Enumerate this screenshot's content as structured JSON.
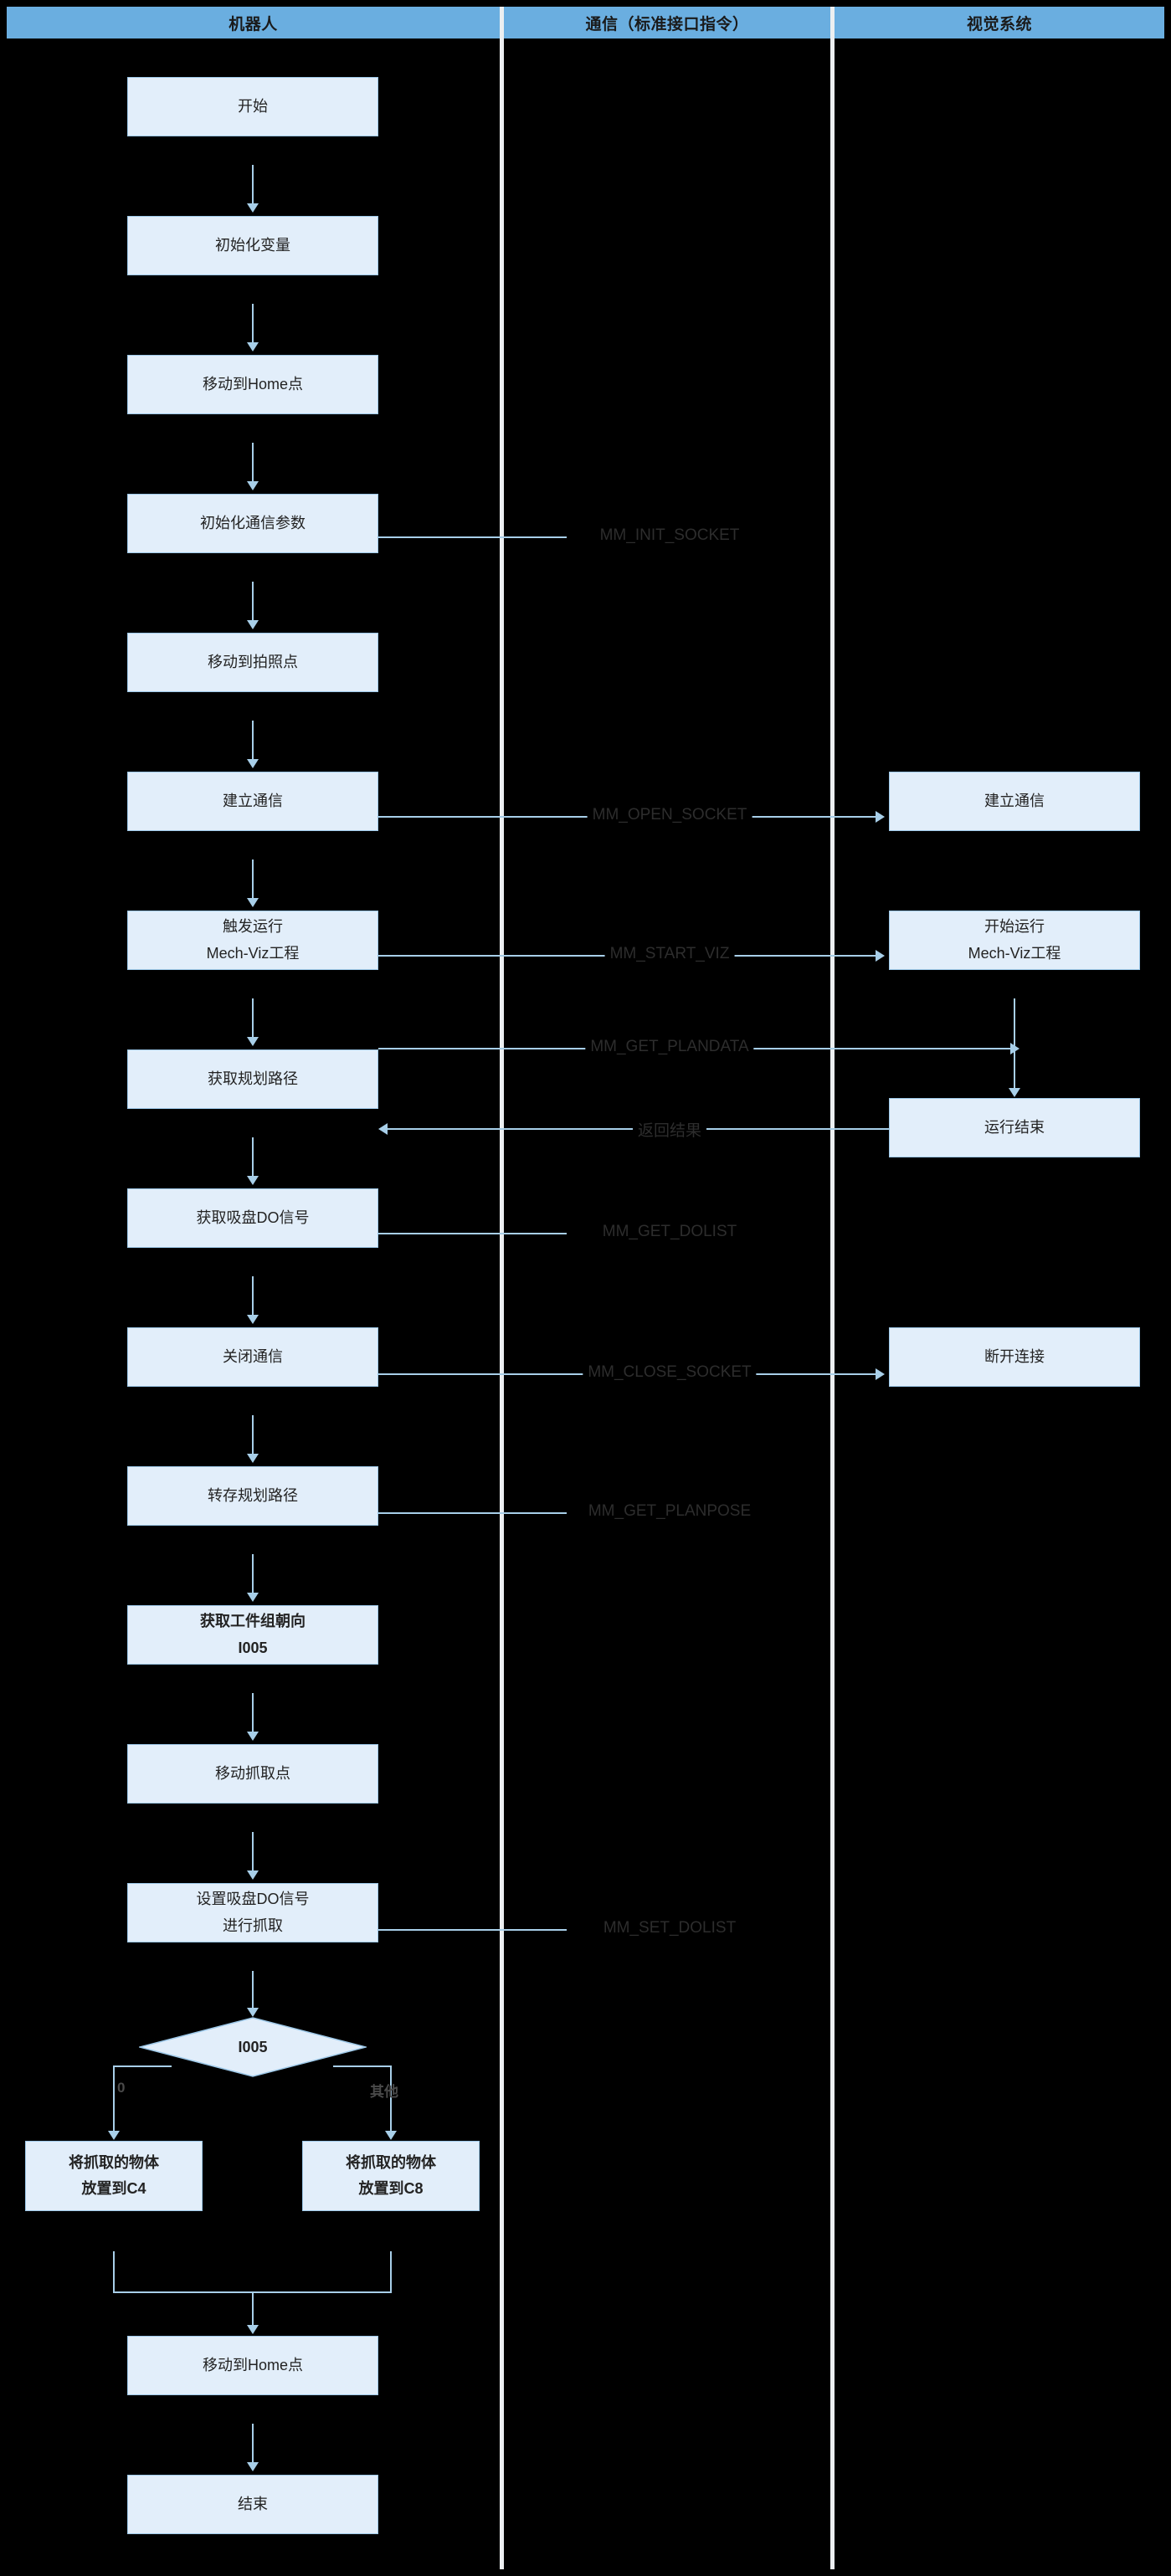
{
  "colors": {
    "background": "#000000",
    "lane_header": "#6aaee0",
    "node_fill": "#e2eefa",
    "node_border": "#9dc8e8",
    "connector": "#a8cfe9",
    "divider": "#eceff1",
    "text": "#232323",
    "message_text": "#2d2d2d"
  },
  "lanes": [
    {
      "id": "robot",
      "title": "机器人"
    },
    {
      "id": "comm",
      "title": "通信（标准接口指令）"
    },
    {
      "id": "vision",
      "title": "视觉系统"
    }
  ],
  "robot_nodes": [
    {
      "id": "start",
      "lines": [
        "开始"
      ],
      "bold": false
    },
    {
      "id": "init-var",
      "lines": [
        "初始化变量"
      ],
      "bold": false
    },
    {
      "id": "move-home-1",
      "lines": [
        "移动到Home点"
      ],
      "bold": false
    },
    {
      "id": "init-comm",
      "lines": [
        "初始化通信参数"
      ],
      "bold": false
    },
    {
      "id": "move-photo",
      "lines": [
        "移动到拍照点"
      ],
      "bold": false
    },
    {
      "id": "open-comm",
      "lines": [
        "建立通信"
      ],
      "bold": false
    },
    {
      "id": "trigger-viz",
      "lines": [
        "触发运行",
        "Mech-Viz工程"
      ],
      "bold": false
    },
    {
      "id": "get-plan",
      "lines": [
        "获取规划路径"
      ],
      "bold": false
    },
    {
      "id": "get-do",
      "lines": [
        "获取吸盘DO信号"
      ],
      "bold": false
    },
    {
      "id": "close-comm",
      "lines": [
        "关闭通信"
      ],
      "bold": false
    },
    {
      "id": "save-plan",
      "lines": [
        "转存规划路径"
      ],
      "bold": false
    },
    {
      "id": "get-orient",
      "lines": [
        "获取工件组朝向",
        "I005"
      ],
      "bold": true
    },
    {
      "id": "move-pick",
      "lines": [
        "移动抓取点"
      ],
      "bold": false
    },
    {
      "id": "set-do",
      "lines": [
        "设置吸盘DO信号",
        "进行抓取"
      ],
      "bold": false
    },
    {
      "id": "place-c4",
      "lines": [
        "将抓取的物体",
        "放置到C4"
      ],
      "bold": true
    },
    {
      "id": "place-c8",
      "lines": [
        "将抓取的物体",
        "放置到C8"
      ],
      "bold": true
    },
    {
      "id": "move-home-2",
      "lines": [
        "移动到Home点"
      ],
      "bold": false
    },
    {
      "id": "end",
      "lines": [
        "结束"
      ],
      "bold": false
    }
  ],
  "decision": {
    "id": "decision-i005",
    "label": "I005",
    "branches": [
      "0",
      "其他"
    ]
  },
  "vision_nodes": [
    {
      "id": "v-open",
      "lines": [
        "建立通信"
      ]
    },
    {
      "id": "v-start",
      "lines": [
        "开始运行",
        "Mech-Viz工程"
      ]
    },
    {
      "id": "v-done",
      "lines": [
        "运行结束"
      ]
    },
    {
      "id": "v-close",
      "lines": [
        "断开连接"
      ]
    }
  ],
  "messages": [
    {
      "id": "m-init-socket",
      "label": "MM_INIT_SOCKET"
    },
    {
      "id": "m-open-socket",
      "label": "MM_OPEN_SOCKET"
    },
    {
      "id": "m-start-viz",
      "label": "MM_START_VIZ"
    },
    {
      "id": "m-get-plandata",
      "label": "MM_GET_PLANDATA"
    },
    {
      "id": "m-return",
      "label": "返回结果"
    },
    {
      "id": "m-get-dolist",
      "label": "MM_GET_DOLIST"
    },
    {
      "id": "m-close-socket",
      "label": "MM_CLOSE_SOCKET"
    },
    {
      "id": "m-get-planpose",
      "label": "MM_GET_PLANPOSE"
    },
    {
      "id": "m-set-dolist",
      "label": "MM_SET_DOLIST"
    }
  ]
}
